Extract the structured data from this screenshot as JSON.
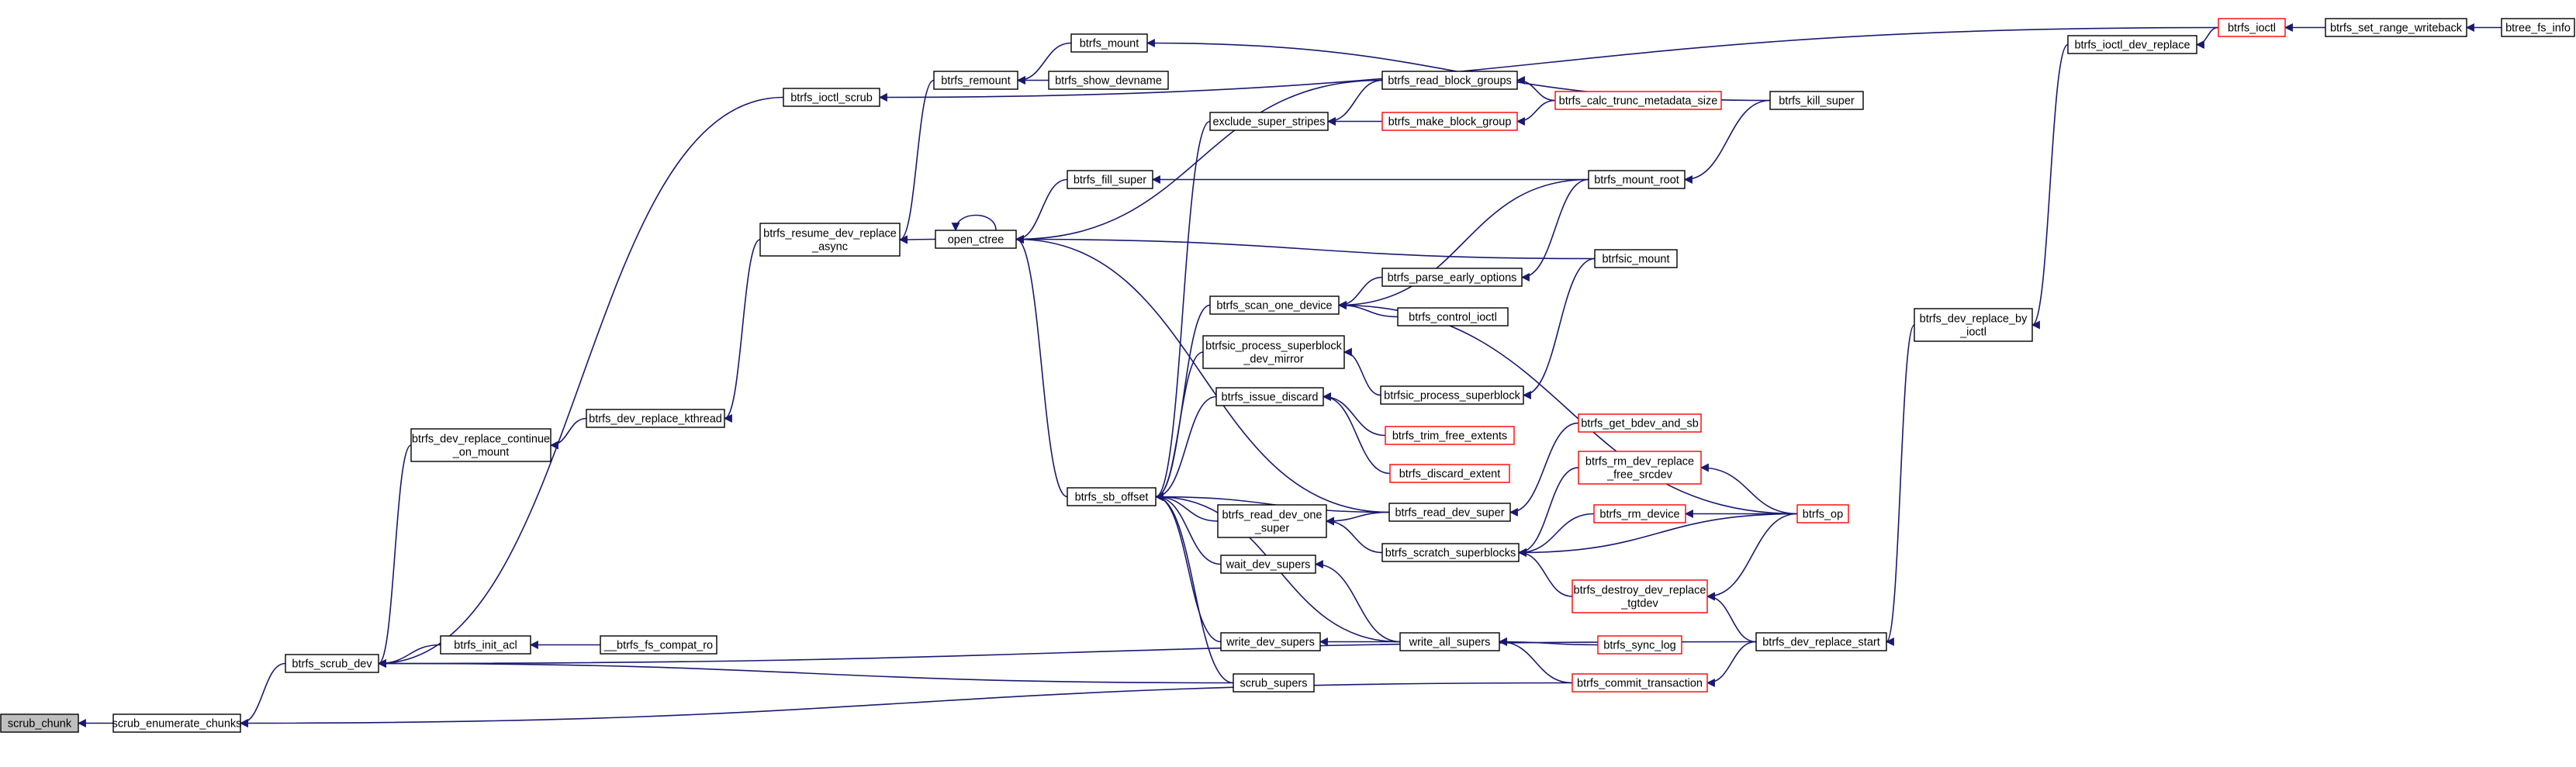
{
  "graph": {
    "colors": {
      "edge": "#191970",
      "box_border": "#000000",
      "truncated_border": "#ff0000",
      "root_fill": "#bfbfbf",
      "background": "#ffffff"
    },
    "nodes": [
      {
        "id": "scrub_chunk",
        "label": [
          "scrub_chunk"
        ],
        "root": true
      },
      {
        "id": "scrub_enumerate_chunks",
        "label": [
          "scrub_enumerate_chunks"
        ]
      },
      {
        "id": "btrfs_scrub_dev",
        "label": [
          "btrfs_scrub_dev"
        ]
      },
      {
        "id": "btrfs_ioctl_scrub",
        "label": [
          "btrfs_ioctl_scrub"
        ]
      },
      {
        "id": "btrfs_dev_replace_continue_on_mount",
        "label": [
          "btrfs_dev_replace_continue",
          "_on_mount"
        ]
      },
      {
        "id": "btrfs_dev_replace_kthread",
        "label": [
          "btrfs_dev_replace_kthread"
        ]
      },
      {
        "id": "btrfs_resume_dev_replace_async",
        "label": [
          "btrfs_resume_dev_replace",
          "_async"
        ]
      },
      {
        "id": "btrfs_init_acl",
        "label": [
          "btrfs_init_acl"
        ]
      },
      {
        "id": "__btrfs_fs_compat_ro",
        "label": [
          "__btrfs_fs_compat_ro"
        ]
      },
      {
        "id": "btrfs_remount",
        "label": [
          "btrfs_remount"
        ]
      },
      {
        "id": "btrfs_mount",
        "label": [
          "btrfs_mount"
        ]
      },
      {
        "id": "btrfs_show_devname",
        "label": [
          "btrfs_show_devname"
        ]
      },
      {
        "id": "open_ctree",
        "label": [
          "open_ctree"
        ]
      },
      {
        "id": "btrfs_fill_super",
        "label": [
          "btrfs_fill_super"
        ]
      },
      {
        "id": "btrfs_sb_offset",
        "label": [
          "btrfs_sb_offset"
        ]
      },
      {
        "id": "exclude_super_stripes",
        "label": [
          "exclude_super_stripes"
        ]
      },
      {
        "id": "btrfs_read_block_groups",
        "label": [
          "btrfs_read_block_groups"
        ]
      },
      {
        "id": "btrfs_make_block_group",
        "label": [
          "btrfs_make_block_group"
        ],
        "truncated": true
      },
      {
        "id": "btrfs_calc_trunc_metadata_size",
        "label": [
          "btrfs_calc_trunc_metadata_size"
        ],
        "truncated": true
      },
      {
        "id": "btrfs_scan_one_device",
        "label": [
          "btrfs_scan_one_device"
        ]
      },
      {
        "id": "btrfs_parse_early_options",
        "label": [
          "btrfs_parse_early_options"
        ]
      },
      {
        "id": "btrfs_control_ioctl",
        "label": [
          "btrfs_control_ioctl"
        ]
      },
      {
        "id": "btrfsic_process_superblock_dev_mirror",
        "label": [
          "btrfsic_process_superblock",
          "_dev_mirror"
        ]
      },
      {
        "id": "btrfsic_process_superblock",
        "label": [
          "btrfsic_process_superblock"
        ]
      },
      {
        "id": "btrfsic_mount",
        "label": [
          "btrfsic_mount"
        ]
      },
      {
        "id": "btrfs_issue_discard",
        "label": [
          "btrfs_issue_discard"
        ]
      },
      {
        "id": "btrfs_trim_free_extents",
        "label": [
          "btrfs_trim_free_extents"
        ],
        "truncated": true
      },
      {
        "id": "btrfs_discard_extent",
        "label": [
          "btrfs_discard_extent"
        ],
        "truncated": true
      },
      {
        "id": "btrfs_read_dev_one_super",
        "label": [
          "btrfs_read_dev_one",
          "_super"
        ]
      },
      {
        "id": "btrfs_read_dev_super",
        "label": [
          "btrfs_read_dev_super"
        ]
      },
      {
        "id": "btrfs_scratch_superblocks",
        "label": [
          "btrfs_scratch_superblocks"
        ]
      },
      {
        "id": "wait_dev_supers",
        "label": [
          "wait_dev_supers"
        ]
      },
      {
        "id": "write_dev_supers",
        "label": [
          "write_dev_supers"
        ]
      },
      {
        "id": "write_all_supers",
        "label": [
          "write_all_supers"
        ]
      },
      {
        "id": "scrub_supers",
        "label": [
          "scrub_supers"
        ]
      },
      {
        "id": "btrfs_mount_root",
        "label": [
          "btrfs_mount_root"
        ]
      },
      {
        "id": "btrfs_kill_super",
        "label": [
          "btrfs_kill_super"
        ]
      },
      {
        "id": "btrfs_get_bdev_and_sb",
        "label": [
          "btrfs_get_bdev_and_sb"
        ],
        "truncated": true
      },
      {
        "id": "btrfs_rm_dev_replace_free_srcdev",
        "label": [
          "btrfs_rm_dev_replace",
          "_free_srcdev"
        ],
        "truncated": true
      },
      {
        "id": "btrfs_rm_device",
        "label": [
          "btrfs_rm_device"
        ],
        "truncated": true
      },
      {
        "id": "btrfs_destroy_dev_replace_tgtdev",
        "label": [
          "btrfs_destroy_dev_replace",
          "_tgtdev"
        ],
        "truncated": true
      },
      {
        "id": "btrfs_sync_log",
        "label": [
          "btrfs_sync_log"
        ],
        "truncated": true
      },
      {
        "id": "btrfs_commit_transaction",
        "label": [
          "btrfs_commit_transaction"
        ],
        "truncated": true
      },
      {
        "id": "btrfs_ioctl",
        "label": [
          "btrfs_ioctl"
        ],
        "truncated": true
      },
      {
        "id": "btrfs_dev_replace_start",
        "label": [
          "btrfs_dev_replace_start"
        ]
      },
      {
        "id": "btrfs_op",
        "label": [
          "btrfs_op"
        ],
        "truncated": true
      },
      {
        "id": "btrfs_ioctl_dev_replace",
        "label": [
          "btrfs_ioctl_dev_replace"
        ]
      },
      {
        "id": "btrfs_dev_replace_by_ioctl",
        "label": [
          "btrfs_dev_replace_by",
          "_ioctl"
        ]
      },
      {
        "id": "btrfs_set_range_writeback",
        "label": [
          "btrfs_set_range_writeback"
        ]
      },
      {
        "id": "btree_fs_info",
        "label": [
          "btree_fs_info"
        ]
      }
    ],
    "edges": [
      {
        "from": "scrub_chunk",
        "to": "scrub_enumerate_chunks"
      },
      {
        "from": "scrub_enumerate_chunks",
        "to": "btrfs_scrub_dev"
      },
      {
        "from": "scrub_enumerate_chunks",
        "to": "btrfs_commit_transaction"
      },
      {
        "from": "btrfs_scrub_dev",
        "to": "btrfs_ioctl_scrub"
      },
      {
        "from": "btrfs_scrub_dev",
        "to": "btrfs_dev_replace_continue_on_mount"
      },
      {
        "from": "btrfs_scrub_dev",
        "to": "btrfs_init_acl"
      },
      {
        "from": "btrfs_scrub_dev",
        "to": "scrub_supers"
      },
      {
        "from": "btrfs_scrub_dev",
        "to": "btrfs_dev_replace_start"
      },
      {
        "from": "btrfs_ioctl_scrub",
        "to": "btrfs_ioctl"
      },
      {
        "from": "btrfs_dev_replace_continue_on_mount",
        "to": "btrfs_dev_replace_kthread"
      },
      {
        "from": "btrfs_dev_replace_kthread",
        "to": "btrfs_resume_dev_replace_async"
      },
      {
        "from": "btrfs_resume_dev_replace_async",
        "to": "btrfs_remount"
      },
      {
        "from": "btrfs_resume_dev_replace_async",
        "to": "open_ctree"
      },
      {
        "from": "btrfs_init_acl",
        "to": "__btrfs_fs_compat_ro"
      },
      {
        "from": "btrfs_remount",
        "to": "btrfs_mount"
      },
      {
        "from": "btrfs_remount",
        "to": "btrfs_show_devname"
      },
      {
        "from": "btrfs_mount",
        "to": "btrfs_kill_super"
      },
      {
        "from": "open_ctree",
        "to": "open_ctree"
      },
      {
        "from": "open_ctree",
        "to": "btrfs_fill_super"
      },
      {
        "from": "open_ctree",
        "to": "btrfs_read_block_groups"
      },
      {
        "from": "open_ctree",
        "to": "btrfsic_mount"
      },
      {
        "from": "open_ctree",
        "to": "btrfs_sb_offset"
      },
      {
        "from": "open_ctree",
        "to": "btrfs_read_dev_super"
      },
      {
        "from": "btrfs_fill_super",
        "to": "btrfs_mount_root"
      },
      {
        "from": "btrfs_sb_offset",
        "to": "exclude_super_stripes"
      },
      {
        "from": "btrfs_sb_offset",
        "to": "btrfs_scan_one_device"
      },
      {
        "from": "btrfs_sb_offset",
        "to": "btrfsic_process_superblock_dev_mirror"
      },
      {
        "from": "btrfs_sb_offset",
        "to": "btrfs_issue_discard"
      },
      {
        "from": "btrfs_sb_offset",
        "to": "btrfs_read_dev_one_super"
      },
      {
        "from": "btrfs_sb_offset",
        "to": "btrfs_read_dev_super"
      },
      {
        "from": "btrfs_sb_offset",
        "to": "wait_dev_supers"
      },
      {
        "from": "btrfs_sb_offset",
        "to": "write_dev_supers"
      },
      {
        "from": "btrfs_sb_offset",
        "to": "write_all_supers"
      },
      {
        "from": "btrfs_sb_offset",
        "to": "scrub_supers"
      },
      {
        "from": "exclude_super_stripes",
        "to": "btrfs_read_block_groups"
      },
      {
        "from": "exclude_super_stripes",
        "to": "btrfs_make_block_group"
      },
      {
        "from": "btrfs_read_block_groups",
        "to": "btrfs_calc_trunc_metadata_size"
      },
      {
        "from": "btrfs_make_block_group",
        "to": "btrfs_calc_trunc_metadata_size"
      },
      {
        "from": "btrfs_scan_one_device",
        "to": "btrfs_parse_early_options"
      },
      {
        "from": "btrfs_scan_one_device",
        "to": "btrfs_control_ioctl"
      },
      {
        "from": "btrfs_scan_one_device",
        "to": "btrfs_mount_root"
      },
      {
        "from": "btrfs_scan_one_device",
        "to": "btrfs_op"
      },
      {
        "from": "btrfs_parse_early_options",
        "to": "btrfs_mount_root"
      },
      {
        "from": "btrfsic_process_superblock_dev_mirror",
        "to": "btrfsic_process_superblock"
      },
      {
        "from": "btrfsic_process_superblock",
        "to": "btrfsic_mount"
      },
      {
        "from": "btrfs_issue_discard",
        "to": "btrfs_trim_free_extents"
      },
      {
        "from": "btrfs_issue_discard",
        "to": "btrfs_discard_extent"
      },
      {
        "from": "btrfs_read_dev_one_super",
        "to": "btrfs_read_dev_super"
      },
      {
        "from": "btrfs_read_dev_one_super",
        "to": "btrfs_scratch_superblocks"
      },
      {
        "from": "btrfs_read_dev_super",
        "to": "btrfs_get_bdev_and_sb"
      },
      {
        "from": "btrfs_scratch_superblocks",
        "to": "btrfs_rm_dev_replace_free_srcdev"
      },
      {
        "from": "btrfs_scratch_superblocks",
        "to": "btrfs_rm_device"
      },
      {
        "from": "btrfs_scratch_superblocks",
        "to": "btrfs_destroy_dev_replace_tgtdev"
      },
      {
        "from": "btrfs_scratch_superblocks",
        "to": "btrfs_op"
      },
      {
        "from": "wait_dev_supers",
        "to": "write_all_supers"
      },
      {
        "from": "write_dev_supers",
        "to": "write_all_supers"
      },
      {
        "from": "write_all_supers",
        "to": "btrfs_sync_log"
      },
      {
        "from": "write_all_supers",
        "to": "btrfs_commit_transaction"
      },
      {
        "from": "btrfs_mount_root",
        "to": "btrfs_kill_super"
      },
      {
        "from": "btrfs_rm_dev_replace_free_srcdev",
        "to": "btrfs_op"
      },
      {
        "from": "btrfs_rm_device",
        "to": "btrfs_op"
      },
      {
        "from": "btrfs_destroy_dev_replace_tgtdev",
        "to": "btrfs_op"
      },
      {
        "from": "btrfs_destroy_dev_replace_tgtdev",
        "to": "btrfs_dev_replace_start"
      },
      {
        "from": "btrfs_commit_transaction",
        "to": "btrfs_dev_replace_start"
      },
      {
        "from": "btrfs_dev_replace_start",
        "to": "btrfs_dev_replace_by_ioctl"
      },
      {
        "from": "btrfs_dev_replace_by_ioctl",
        "to": "btrfs_ioctl_dev_replace"
      },
      {
        "from": "btrfs_ioctl_dev_replace",
        "to": "btrfs_ioctl"
      },
      {
        "from": "btrfs_ioctl",
        "to": "btrfs_set_range_writeback"
      },
      {
        "from": "btrfs_set_range_writeback",
        "to": "btree_fs_info"
      }
    ]
  }
}
